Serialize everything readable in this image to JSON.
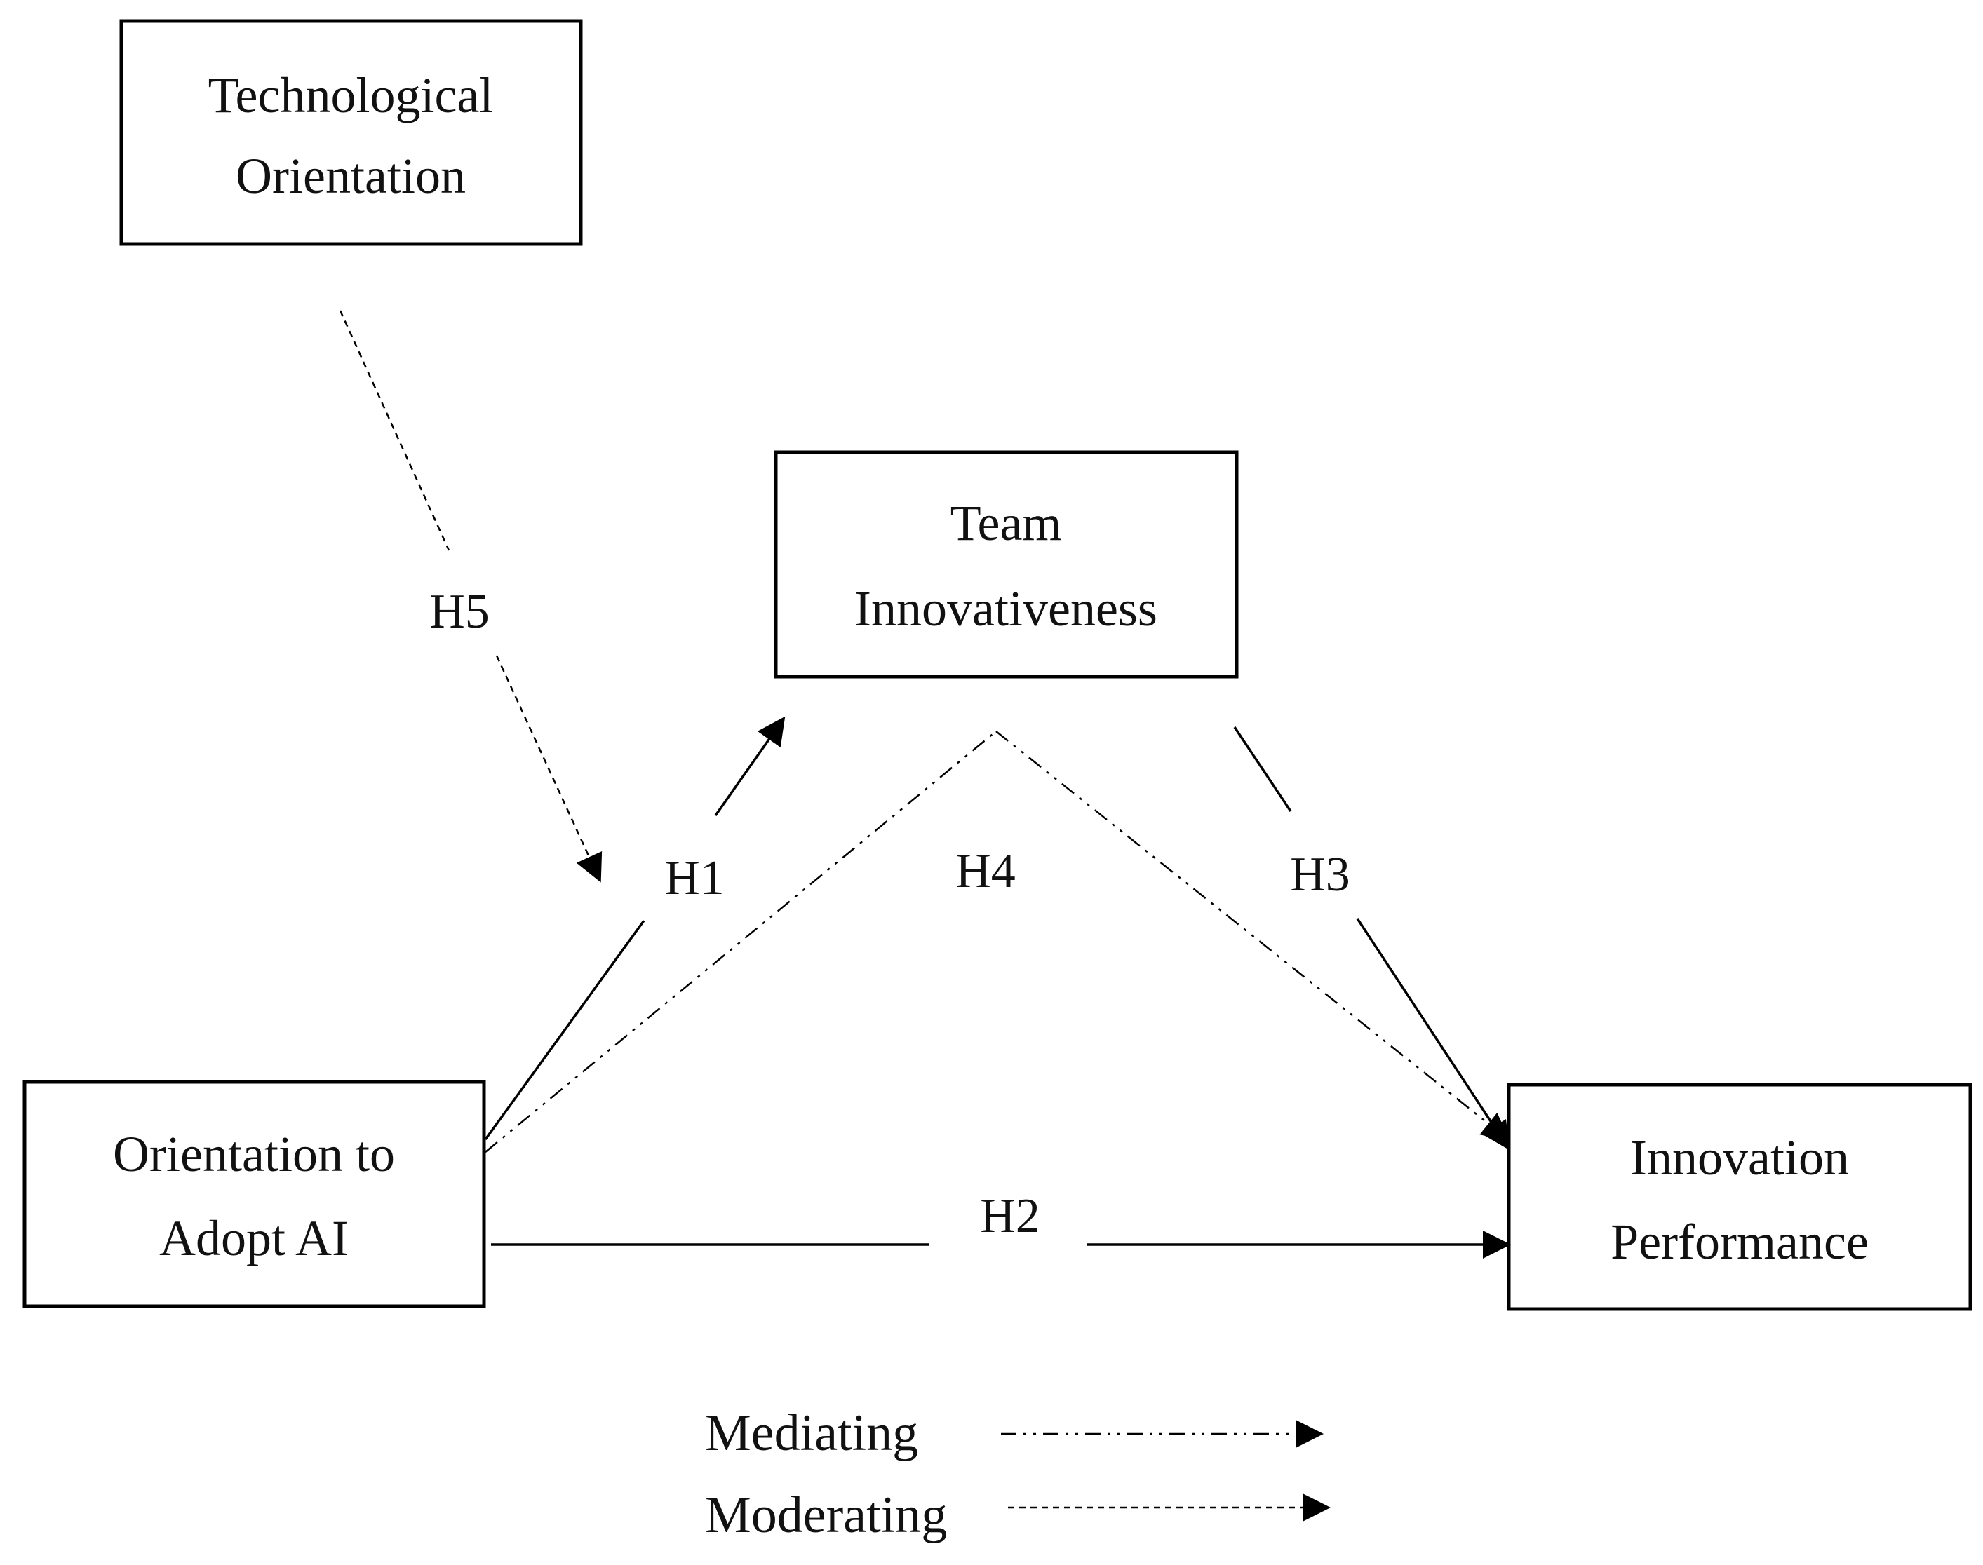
{
  "boxes": {
    "technological_orientation": {
      "line1": "Technological",
      "line2": "Orientation"
    },
    "team_innovativeness": {
      "line1": "Team",
      "line2": "Innovativeness"
    },
    "orientation_to_adopt_ai": {
      "line1": "Orientation to",
      "line2": "Adopt AI"
    },
    "innovation_performance": {
      "line1": "Innovation",
      "line2": "Performance"
    }
  },
  "hypotheses": {
    "h1": "H1",
    "h2": "H2",
    "h3": "H3",
    "h4": "H4",
    "h5": "H5"
  },
  "legend": {
    "mediating": "Mediating",
    "moderating": "Moderating"
  }
}
